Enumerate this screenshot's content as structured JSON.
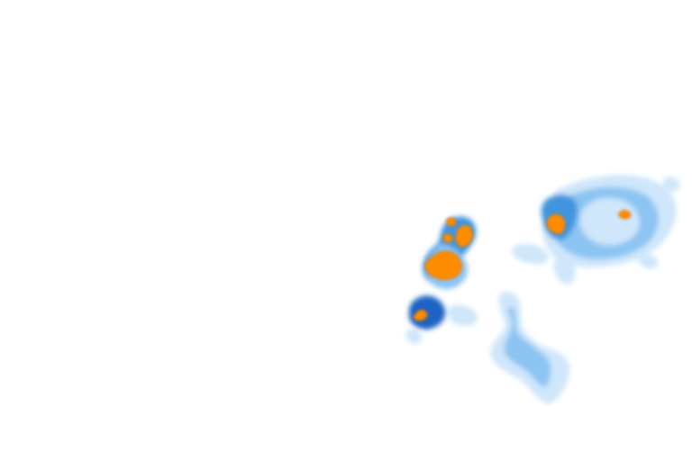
{
  "map": {
    "type": "precipitation-radar-overlay",
    "background_color": "#ffffff",
    "palette": {
      "light": "#cfe6fb",
      "medium": "#8cc4f2",
      "strong": "#3f95de",
      "heavy": "#1a63c4",
      "intense": "#ff8c00",
      "intense_edge": "#e07400"
    },
    "cells": [
      {
        "id": "cell-east-ring",
        "intensity": "medium"
      },
      {
        "id": "cell-center-pair",
        "intensity": "intense"
      },
      {
        "id": "cell-southwest",
        "intensity": "intense"
      },
      {
        "id": "cell-south-band",
        "intensity": "light"
      }
    ]
  }
}
